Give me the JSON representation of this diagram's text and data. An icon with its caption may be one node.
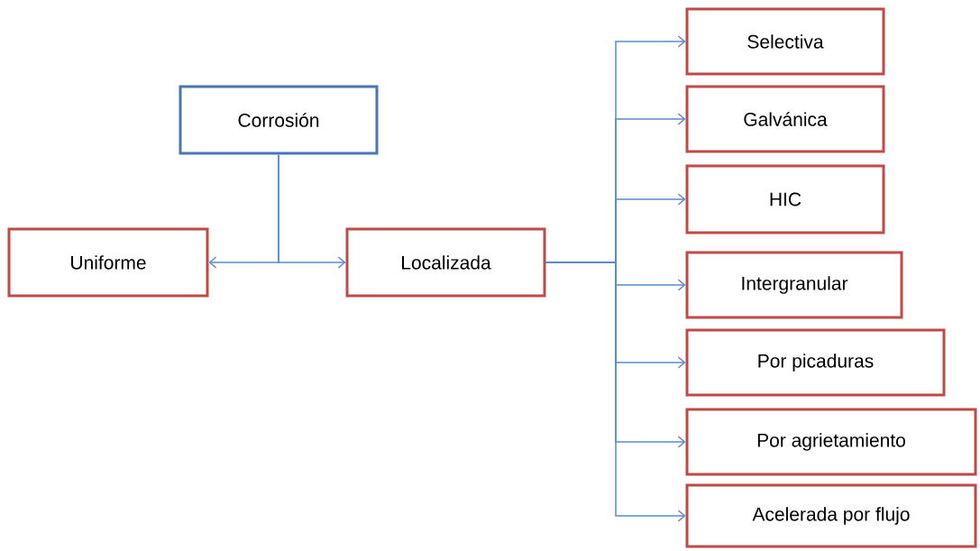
{
  "diagram": {
    "nodes": [
      {
        "text": [
          "Corrosión"
        ]
      },
      {
        "text": [
          "Uniforme"
        ]
      },
      {
        "text": [
          "Localizada"
        ]
      },
      {
        "text": [
          "Selectiva"
        ]
      },
      {
        "text": [
          "Galvánica"
        ]
      },
      {
        "text": [
          "HIC"
        ]
      },
      {
        "text": [
          "Intergranular"
        ]
      },
      {
        "text": [
          "Por picaduras"
        ]
      },
      {
        "text": [
          "Por agrietamiento"
        ]
      },
      {
        "text": [
          "Acelerada por flujo"
        ]
      }
    ],
    "edges": [
      {
        "from": 0,
        "to": 1,
        "arrow": "to"
      },
      {
        "from": 0,
        "to": 2,
        "arrow": "to"
      },
      {
        "from": 2,
        "to": 3,
        "arrow": "to"
      },
      {
        "from": 2,
        "to": 4,
        "arrow": "to"
      },
      {
        "from": 2,
        "to": 5,
        "arrow": "to"
      },
      {
        "from": 2,
        "to": 6,
        "arrow": "to"
      },
      {
        "from": 2,
        "to": 7,
        "arrow": "to"
      },
      {
        "from": 2,
        "to": 8,
        "arrow": "to"
      },
      {
        "from": 2,
        "to": 9,
        "arrow": "to"
      }
    ]
  }
}
